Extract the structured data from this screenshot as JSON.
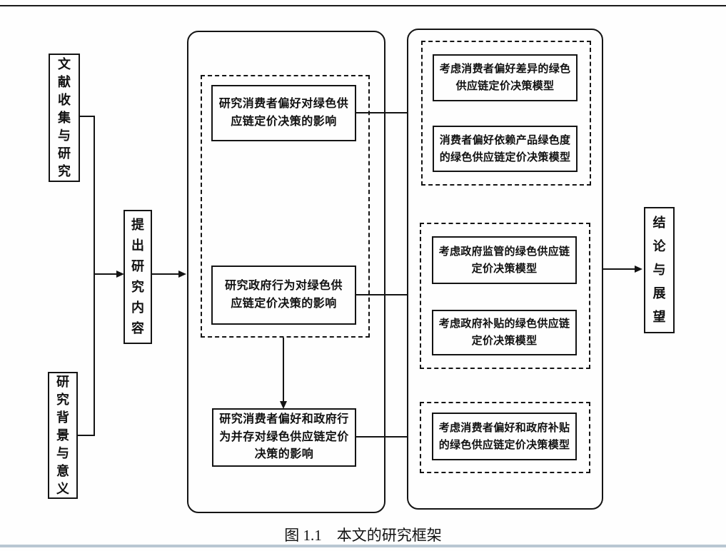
{
  "figure": {
    "caption": "图 1.1　本文的研究框架",
    "ink_color": "#141414",
    "footer_rule_color": "#b9c7d2",
    "background_color": "#fefefe"
  },
  "flow": {
    "literature": "文\n献\n收\n集\n与\n研\n究",
    "background": "研\n究\n背\n景\n与\n意\n义",
    "propose": "提\n出\n研\n究\n内\n容",
    "conclusion": "结\n论\n与\n展\n望"
  },
  "center_panel": {
    "consumer_impact": "研究消费者偏好对绿色供\n应链定价决策的影响",
    "government_impact": "研究政府行为对绿色供\n应链定价决策的影响",
    "combined_impact": "研究消费者偏好和政府行\n为并存对绿色供应链定价\n决策的影响"
  },
  "right_panel": {
    "group1": {
      "model_a": "考虑消费者偏好差异的绿色\n供应链定价决策模型",
      "model_b": "消费者偏好依赖产品绿色度\n的绿色供应链定价决策模型"
    },
    "group2": {
      "model_a": "考虑政府监管的绿色供应链\n定价决策模型",
      "model_b": "考虑政府补贴的绿色供应链\n定价决策模型"
    },
    "group3": {
      "model_a": "考虑消费者偏好和政府补贴\n的绿色供应链定价决策模型"
    }
  }
}
